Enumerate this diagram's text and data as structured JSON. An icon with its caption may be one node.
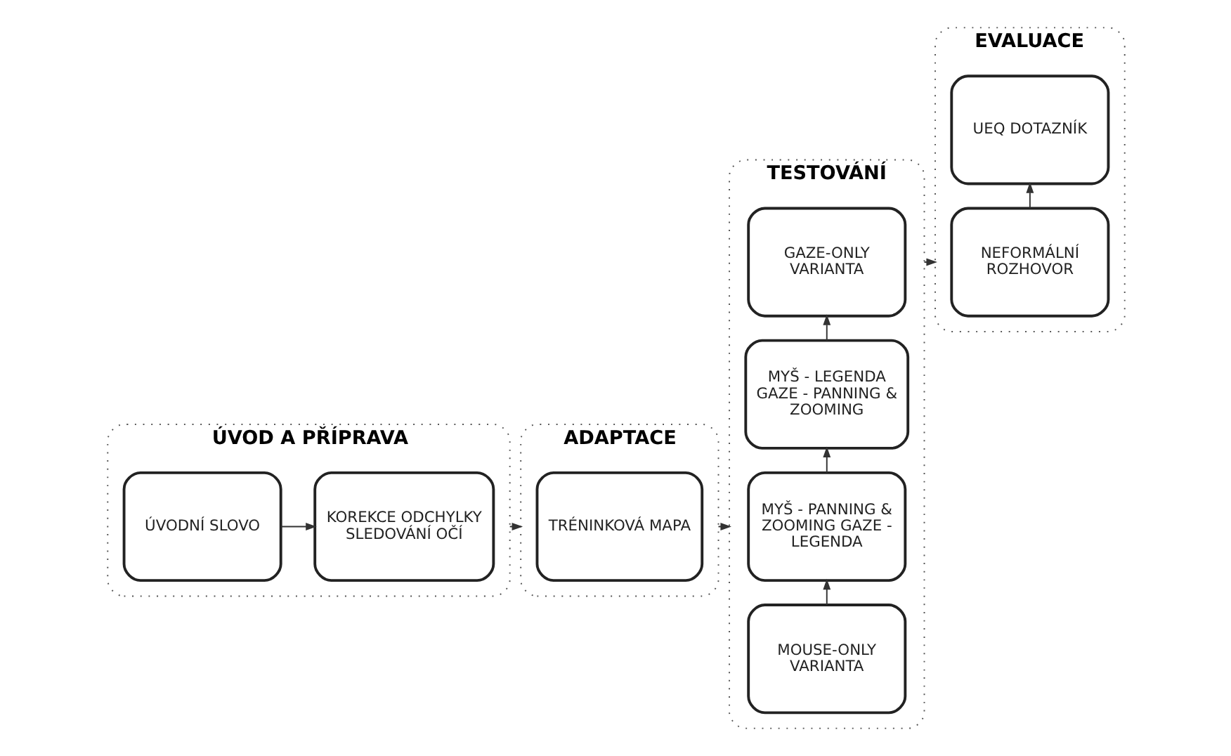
{
  "diagram": {
    "nodes": [
      {
        "text": [
          "ÚVOD A PŘÍPRAVA"
        ]
      },
      {
        "text": [
          "ÚVODNÍ SLOVO"
        ],
        "in": 0
      },
      {
        "text": [
          "KOREKCE ODCHYLKY SLEDOVÁNÍ OČÍ"
        ],
        "in": 0
      },
      {
        "text": [
          "ADAPTACE"
        ]
      },
      {
        "text": [
          "TRÉNINKOVÁ MAPA"
        ],
        "in": 3
      },
      {
        "text": [
          "TESTOVÁNÍ"
        ]
      },
      {
        "text": [
          "MOUSE-ONLY VARIANTA"
        ],
        "in": 5
      },
      {
        "text": [
          "MYŠ - PANNING & ZOOMING GAZE - LEGENDA"
        ],
        "in": 5
      },
      {
        "text": [
          "MYŠ - LEGENDA GAZE - PANNING & ZOOMING"
        ],
        "in": 5
      },
      {
        "text": [
          "GAZE-ONLY VARIANTA"
        ],
        "in": 5
      },
      {
        "text": [
          "EVALUACE"
        ]
      },
      {
        "text": [
          "NEFORMÁLNÍ ROZHOVOR"
        ],
        "in": 10
      },
      {
        "text": [
          "UEQ DOTAZNÍK"
        ],
        "in": 10
      }
    ],
    "edges": [
      {
        "from": 1,
        "to": 2,
        "arrow": "to"
      },
      {
        "from": 0,
        "to": 3,
        "arrow": "to"
      },
      {
        "from": 3,
        "to": 5,
        "arrow": "to"
      },
      {
        "from": 6,
        "to": 7,
        "arrow": "to"
      },
      {
        "from": 7,
        "to": 8,
        "arrow": "to"
      },
      {
        "from": 8,
        "to": 9,
        "arrow": "to"
      },
      {
        "from": 5,
        "to": 10,
        "arrow": "to"
      },
      {
        "from": 11,
        "to": 12,
        "arrow": "to"
      }
    ]
  }
}
